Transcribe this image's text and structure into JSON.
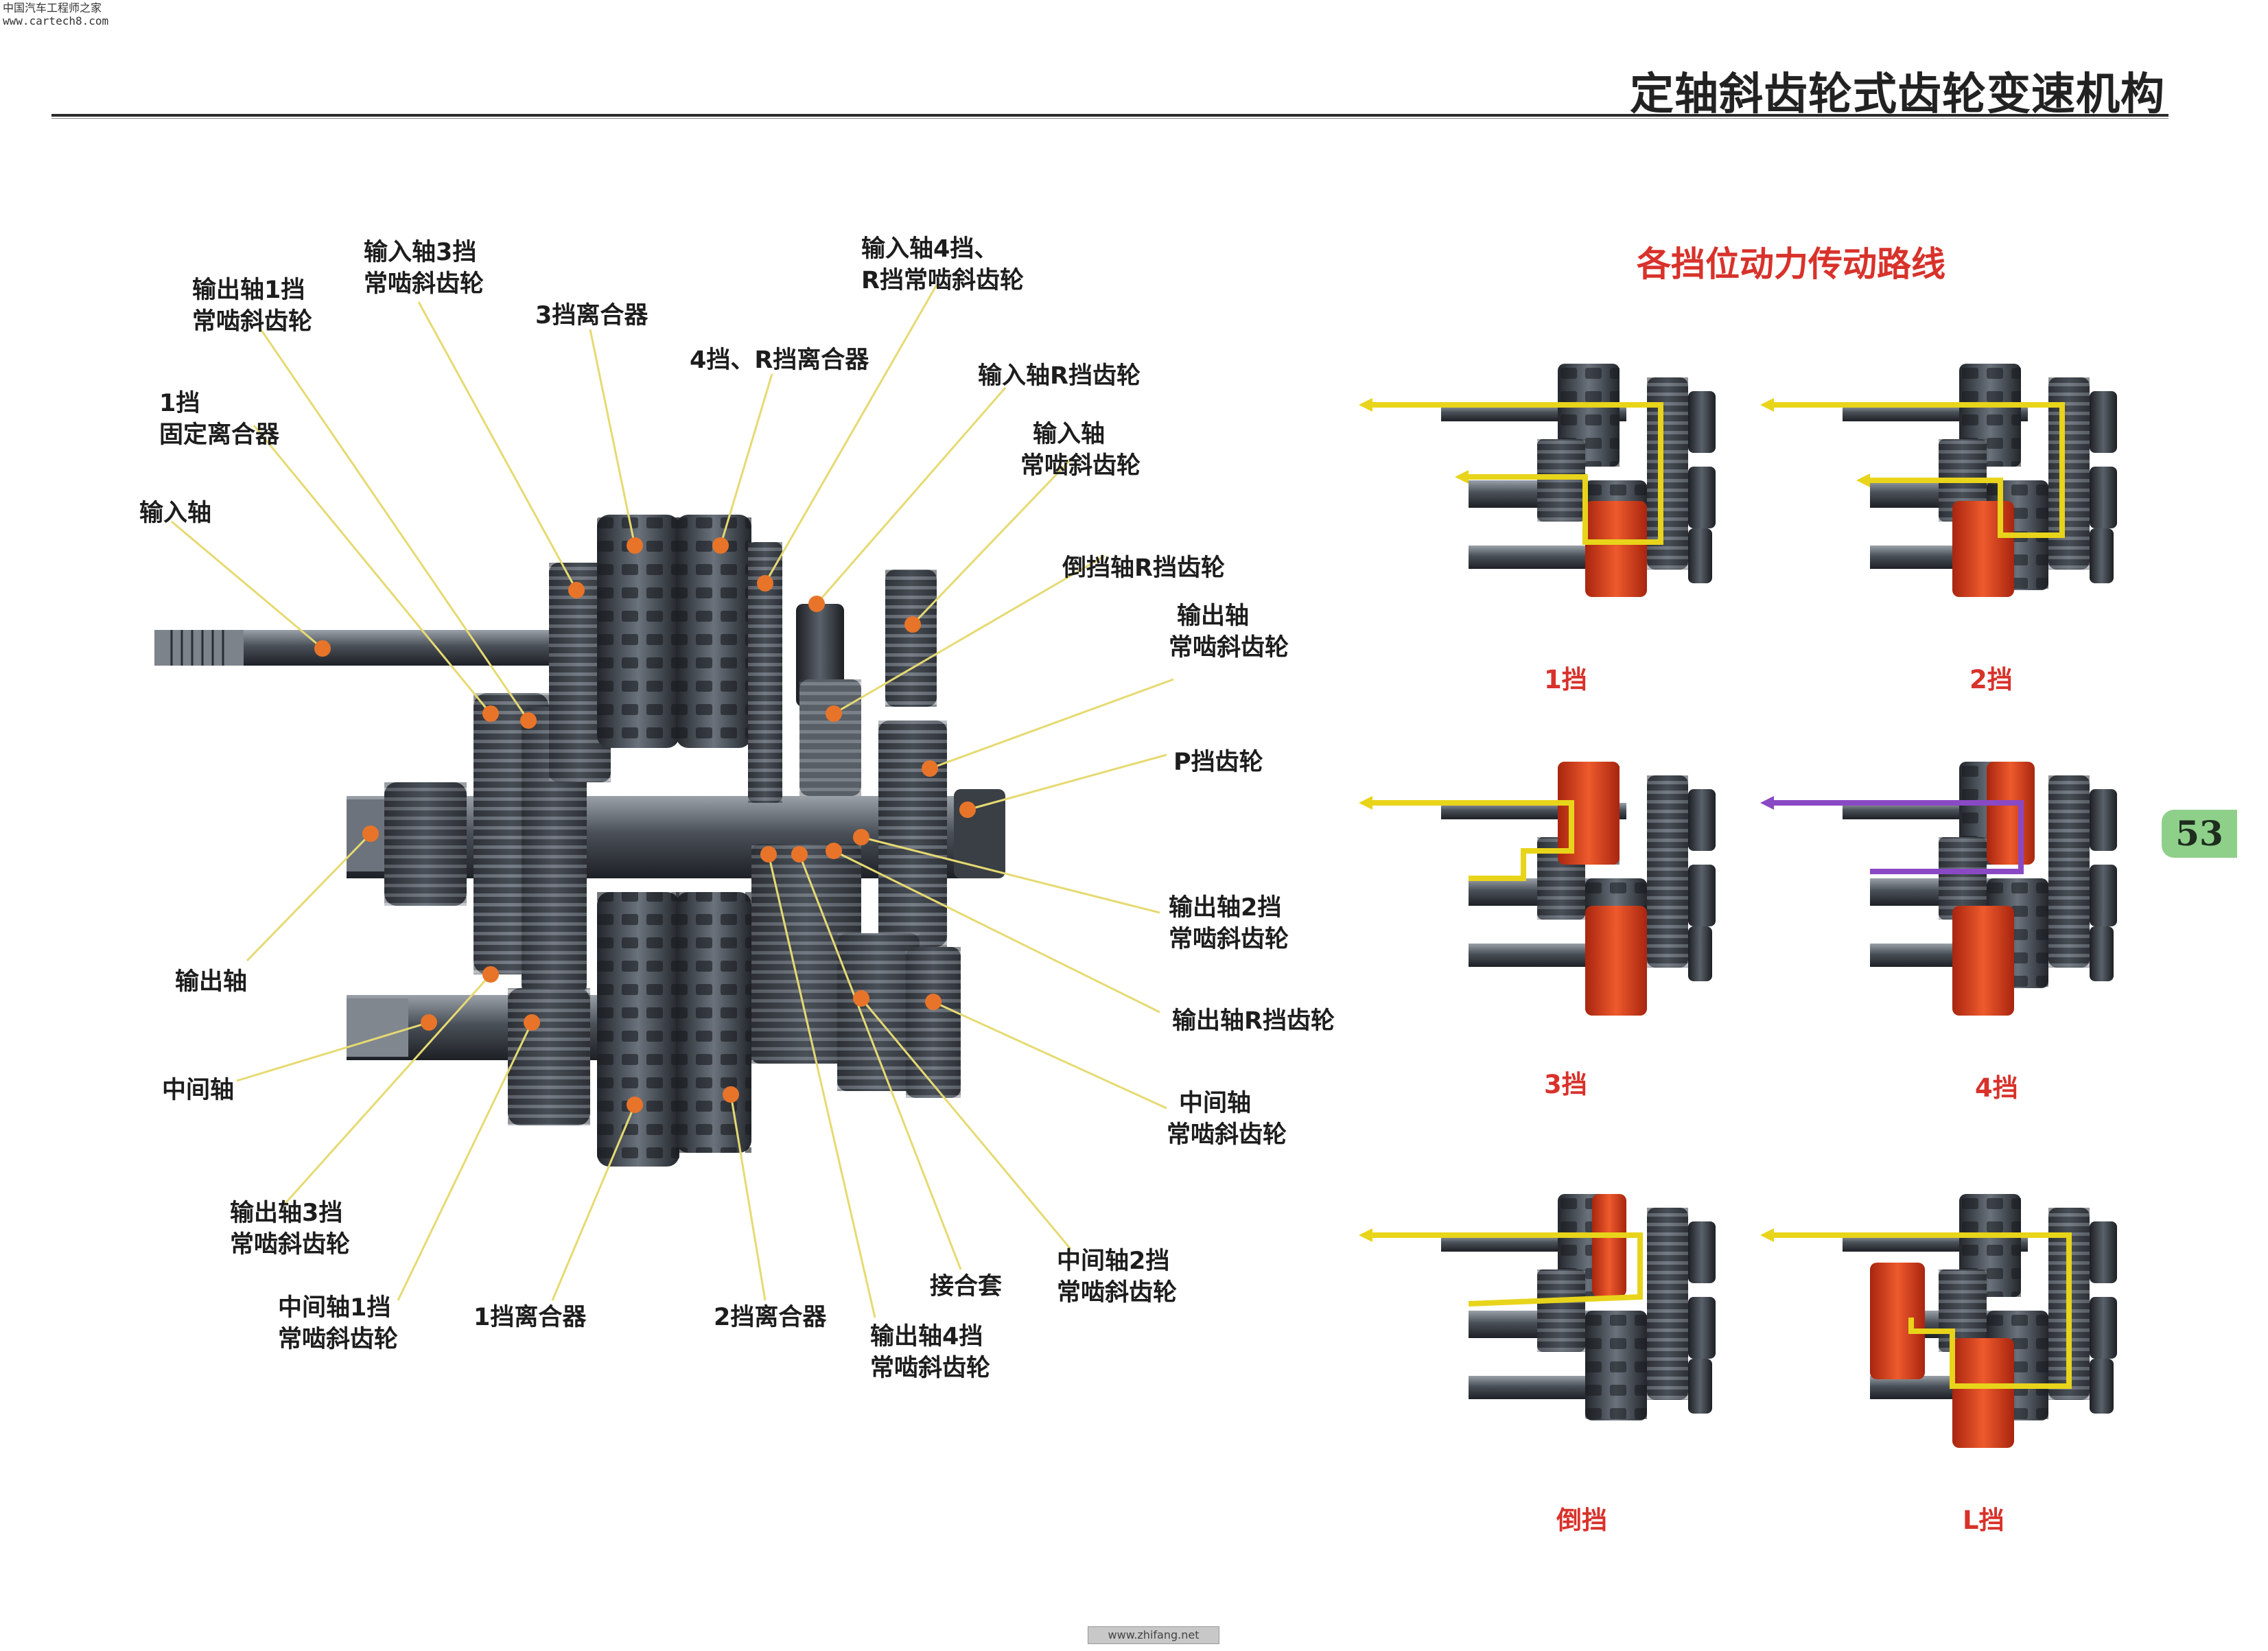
{
  "watermark": {
    "line1": "中国汽车工程师之家",
    "line2": "www.cartech8.com"
  },
  "title": "定轴斜齿轮式齿轮变速机构",
  "subtitle": "各挡位动力传动路线",
  "page_number": "53",
  "footer": "www.zhifang.net",
  "callouts": [
    {
      "id": "c1",
      "text": [
        "输出轴1挡",
        "常啮斜齿轮"
      ]
    },
    {
      "id": "c2",
      "text": [
        "输入轴3挡",
        "常啮斜齿轮"
      ]
    },
    {
      "id": "c3",
      "text": [
        "3挡离合器"
      ]
    },
    {
      "id": "c4",
      "text": [
        "4挡、R挡离合器"
      ]
    },
    {
      "id": "c5",
      "text": [
        "输入轴4挡、",
        "R挡常啮斜齿轮"
      ]
    },
    {
      "id": "c6",
      "text": [
        "输入轴R挡齿轮"
      ]
    },
    {
      "id": "c7",
      "text": [
        "输入轴",
        "常啮斜齿轮"
      ]
    },
    {
      "id": "c8",
      "text": [
        "1挡",
        "固定离合器"
      ]
    },
    {
      "id": "c9",
      "text": [
        "输入轴"
      ]
    },
    {
      "id": "c10",
      "text": [
        "倒挡轴R挡齿轮"
      ]
    },
    {
      "id": "c11",
      "text": [
        "输出轴",
        "常啮斜齿轮"
      ]
    },
    {
      "id": "c12",
      "text": [
        "P挡齿轮"
      ]
    },
    {
      "id": "c13",
      "text": [
        "输出轴2挡",
        "常啮斜齿轮"
      ]
    },
    {
      "id": "c14",
      "text": [
        "输出轴R挡齿轮"
      ]
    },
    {
      "id": "c15",
      "text": [
        "输出轴"
      ]
    },
    {
      "id": "c16",
      "text": [
        "中间轴"
      ]
    },
    {
      "id": "c17",
      "text": [
        "中间轴",
        "常啮斜齿轮"
      ]
    },
    {
      "id": "c18",
      "text": [
        "输出轴3挡",
        "常啮斜齿轮"
      ]
    },
    {
      "id": "c19",
      "text": [
        "中间轴1挡",
        "常啮斜齿轮"
      ]
    },
    {
      "id": "c20",
      "text": [
        "1挡离合器"
      ]
    },
    {
      "id": "c21",
      "text": [
        "2挡离合器"
      ]
    },
    {
      "id": "c22",
      "text": [
        "接合套"
      ]
    },
    {
      "id": "c23",
      "text": [
        "输出轴4挡",
        "常啮斜齿轮"
      ]
    },
    {
      "id": "c24",
      "text": [
        "中间轴2挡",
        "常啮斜齿轮"
      ]
    }
  ],
  "gears": [
    {
      "label": "1挡"
    },
    {
      "label": "2挡"
    },
    {
      "label": "3挡"
    },
    {
      "label": "4挡"
    },
    {
      "label": "倒挡"
    },
    {
      "label": "L挡"
    }
  ],
  "colors": {
    "accent_red": "#d8322b",
    "path_yellow": "#e8d41a",
    "leader": "#e8dc78",
    "dot": "#e8742a",
    "metal_dark": "#2c3036",
    "metal_mid": "#5b626c",
    "page_tab": "#8ed08a"
  }
}
